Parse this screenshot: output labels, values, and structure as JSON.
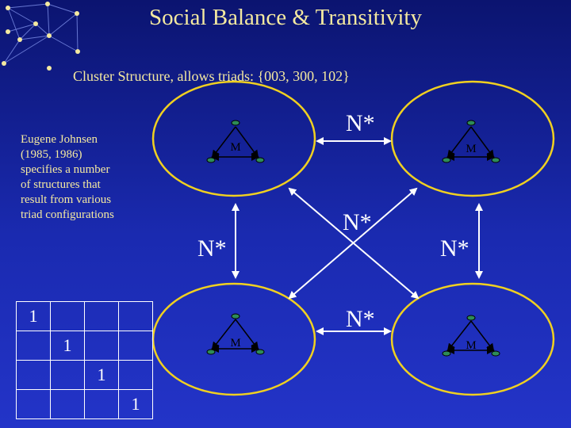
{
  "slide": {
    "title": "Social Balance & Transitivity",
    "subtitle": "Cluster Structure, allows triads: {003, 300, 102}",
    "side_note": "Eugene Johnsen (1985, 1986) specifies a number of structures that result from various triad configurations"
  },
  "diagram": {
    "clusters": [
      {
        "id": "top-left",
        "label": "M"
      },
      {
        "id": "top-right",
        "label": "M"
      },
      {
        "id": "bottom-left",
        "label": "M"
      },
      {
        "id": "bottom-right",
        "label": "M"
      }
    ],
    "relations": [
      {
        "id": "top-horizontal",
        "label": "N*"
      },
      {
        "id": "center-cross",
        "label": "N*"
      },
      {
        "id": "left-vertical",
        "label": "N*"
      },
      {
        "id": "right-vertical",
        "label": "N*"
      },
      {
        "id": "bottom-horizontal",
        "label": "N*"
      }
    ]
  },
  "matrix": {
    "rows": [
      [
        "1",
        "",
        "",
        ""
      ],
      [
        "",
        "1",
        "",
        ""
      ],
      [
        "",
        "",
        "1",
        ""
      ],
      [
        "",
        "",
        "",
        "1"
      ]
    ]
  },
  "colors": {
    "text": "#f4e9a0",
    "ellipse_border": "#f0d020",
    "arrow": "#ffffff",
    "node": "#2e8b57"
  }
}
